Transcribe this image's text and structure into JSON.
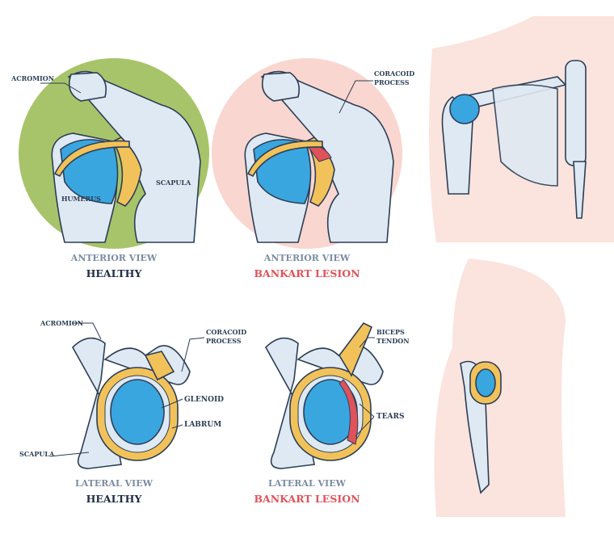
{
  "top_left": {
    "acromion": "ACROMION",
    "humerus": "HUMERUS",
    "scapula": "SCAPULA",
    "view": "ANTERIOR VIEW",
    "status": "HEALTHY"
  },
  "top_mid": {
    "coracoid_1": "CORACOID",
    "coracoid_2": "PROCESS",
    "view": "ANTERIOR VIEW",
    "status": "BANKART LESION"
  },
  "bottom_left": {
    "acromion": "ACROMION",
    "coracoid_1": "CORACOID",
    "coracoid_2": "PROCESS",
    "glenoid": "GLENOID",
    "labrum": "LABRUM",
    "scapula": "SCAPULA",
    "view": "LATERAL VIEW",
    "status": "HEALTHY"
  },
  "bottom_mid": {
    "biceps_1": "BICEPS",
    "biceps_2": "TENDON",
    "tears": "TEARS",
    "view": "LATERAL VIEW",
    "status": "BANKART LESION"
  },
  "colors": {
    "healthy_bg": "#a8c46a",
    "lesion_bg": "#f9d6cf",
    "lesion_text": "#e0525a",
    "labrum": "#f2c25a",
    "glenoid": "#3aa6e0"
  }
}
